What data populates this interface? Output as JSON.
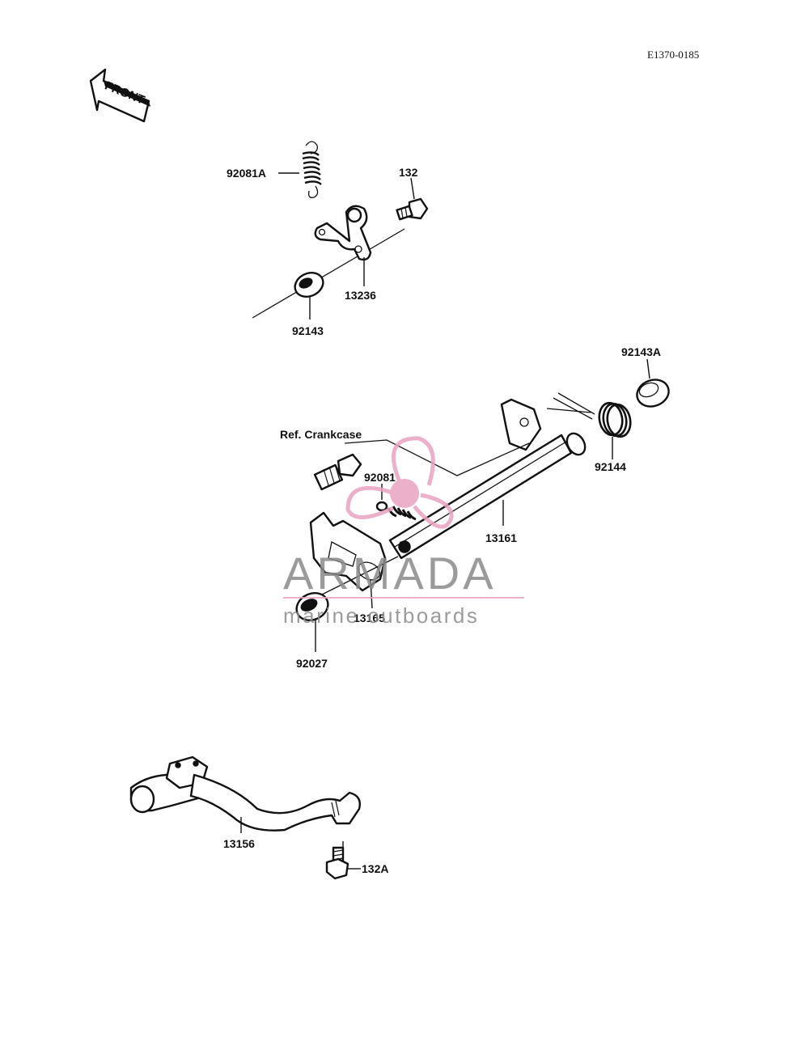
{
  "diagram_code": "E1370-0185",
  "front_arrow": {
    "text": "FRONT"
  },
  "labels": {
    "p92081A": "92081A",
    "p132": "132",
    "p13236": "13236",
    "p92143": "92143",
    "p92143A": "92143A",
    "pRef": "Ref. Crankcase",
    "p92081": "92081",
    "p92144": "92144",
    "p13161": "13161",
    "p13165": "13165",
    "p92027": "92027",
    "p13156": "13156",
    "p132A": "132A"
  },
  "watermark": {
    "brand": "ARMADA",
    "tagline": "marine outboards",
    "logo": "propeller-logo",
    "color_logo": "#e9a3c2",
    "color_text": "#8a8a8a",
    "color_rule": "#e9a3c2"
  }
}
